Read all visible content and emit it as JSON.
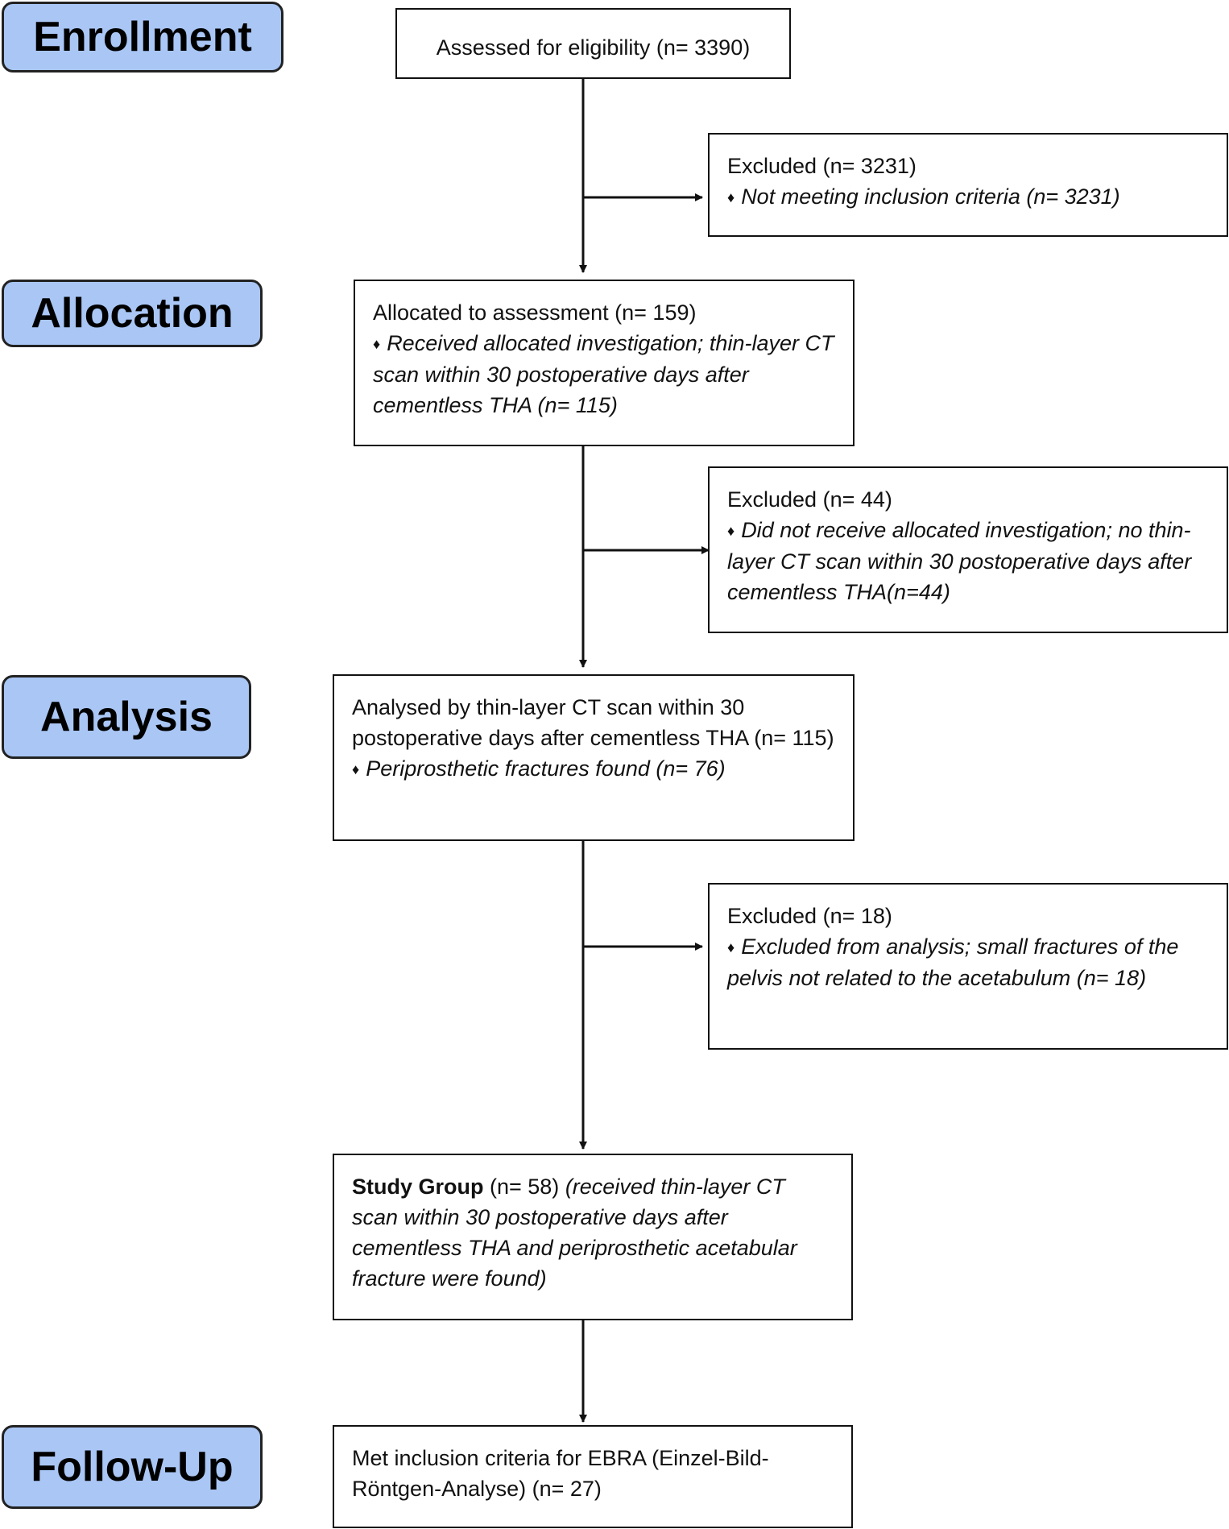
{
  "stages": {
    "enrollment": "Enrollment",
    "allocation": "Allocation",
    "analysis": "Analysis",
    "followup": "Follow-Up"
  },
  "boxes": {
    "assessed": "Assessed for eligibility (n= 3390)",
    "excluded1": {
      "title": "Excluded  (n= 3231)",
      "bullet": "♦",
      "item": "Not meeting inclusion criteria (n= 3231)"
    },
    "allocated": {
      "title": "Allocated to assessment (n= 159)",
      "bullet": "♦",
      "item": "Received allocated investigation; thin-layer CT scan within 30 postoperative days after cementless THA (n= 115)"
    },
    "excluded2": {
      "title": "Excluded  (n= 44)",
      "bullet": "♦",
      "item": "Did not receive allocated investigation; no thin-layer CT scan within 30 postoperative days after cementless THA(n=44)"
    },
    "analysed": {
      "title": "Analysed by thin-layer CT scan within 30 postoperative days after cementless THA (n= 115)",
      "bullet": "♦",
      "item": "Periprosthetic fractures found (n= 76)"
    },
    "excluded3": {
      "title": "Excluded  (n= 18)",
      "bullet": "♦",
      "item": "Excluded from analysis; small fractures of the pelvis not related to the acetabulum (n= 18)"
    },
    "study": {
      "bold": "Study Group",
      "normal": " (n= 58) ",
      "italic": "(received thin-layer CT scan within 30 postoperative days after cementless THA and periprosthetic acetabular fracture were found)"
    },
    "met": "Met inclusion criteria for EBRA (Einzel-Bild-Röntgen-Analyse) (n= 27)"
  },
  "colors": {
    "stage_fill": "#a9c6f5",
    "line": "#111111"
  }
}
